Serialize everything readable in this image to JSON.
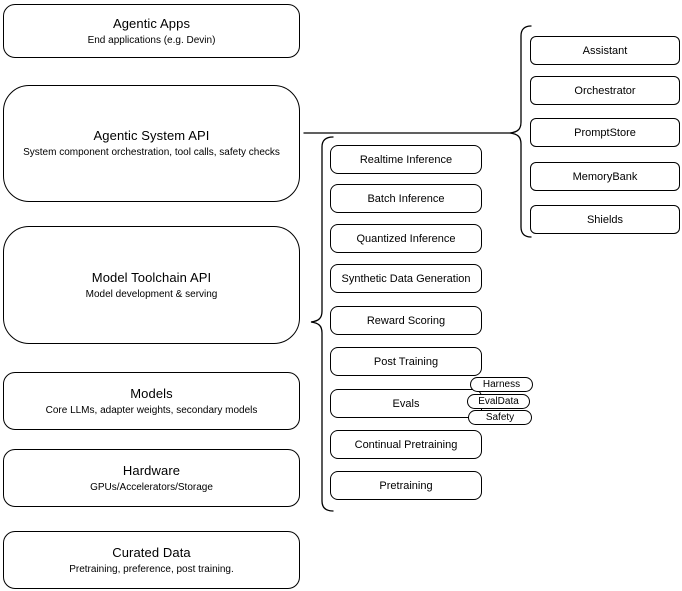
{
  "colors": {
    "stroke": "#000000",
    "background": "#ffffff",
    "text": "#000000"
  },
  "stack": [
    {
      "title": "Agentic Apps",
      "subtitle": "End applications (e.g. Devin)"
    },
    {
      "title": "Agentic System API",
      "subtitle": "System component orchestration, tool calls, safety checks"
    },
    {
      "title": "Model Toolchain API",
      "subtitle": "Model development & serving"
    },
    {
      "title": "Models",
      "subtitle": "Core LLMs, adapter weights, secondary models"
    },
    {
      "title": "Hardware",
      "subtitle": "GPUs/Accelerators/Storage"
    },
    {
      "title": "Curated Data",
      "subtitle": "Pretraining, preference, post training."
    }
  ],
  "toolchain": {
    "services": [
      "Realtime Inference",
      "Batch Inference",
      "Quantized Inference",
      "Synthetic Data Generation",
      "Reward Scoring",
      "Post Training",
      "Evals",
      "Continual Pretraining",
      "Pretraining"
    ],
    "evals_components": [
      "Harness",
      "EvalData",
      "Safety"
    ]
  },
  "system_components": [
    "Assistant",
    "Orchestrator",
    "PromptStore",
    "MemoryBank",
    "Shields"
  ]
}
